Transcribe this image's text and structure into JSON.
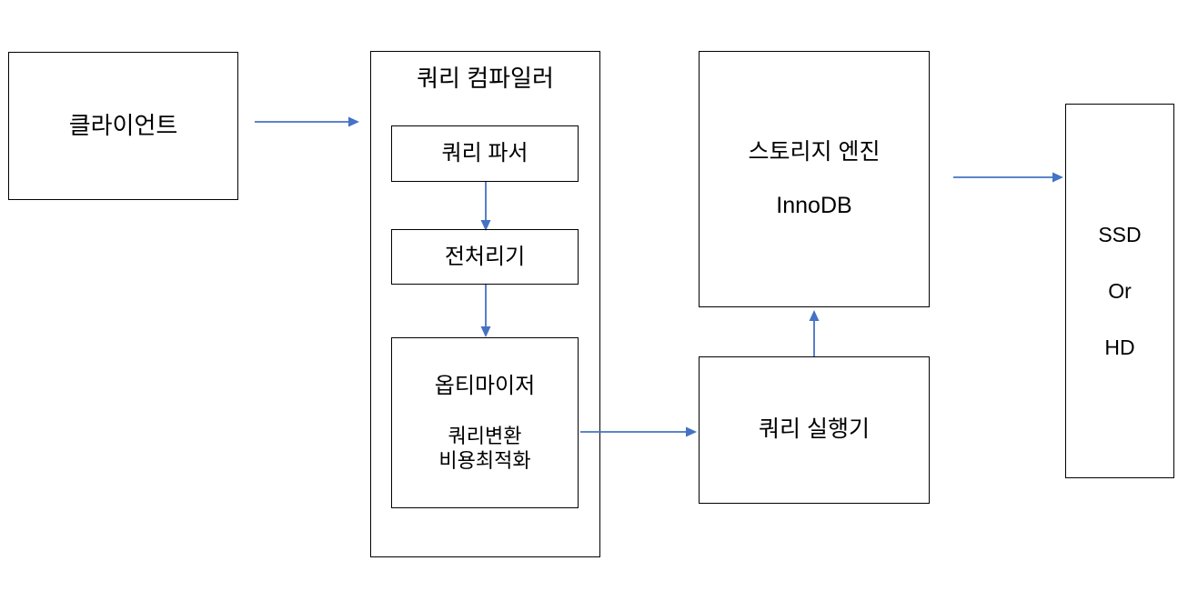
{
  "diagram": {
    "title": "MySQL query processing architecture flow diagram",
    "accent_color": "#4472C4",
    "border_color": "#000000",
    "background_color": "#FFFFFF",
    "nodes": {
      "client": {
        "label": "클라이언트"
      },
      "compiler": {
        "title": "쿼리 컴파일러"
      },
      "parser": {
        "label": "쿼리 파서"
      },
      "preprocessor": {
        "label": "전처리기"
      },
      "optimizer": {
        "title": "옵티마이저",
        "detail": "쿼리변환\n비용최적화"
      },
      "storage_engine": {
        "title": "스토리지 엔진",
        "engine": "InnoDB"
      },
      "executor": {
        "label": "쿼리 실행기"
      },
      "disk": {
        "label": "SSD\nOr\nHD"
      }
    },
    "arrows": [
      {
        "name": "client-to-compiler",
        "from": "client",
        "to": "compiler",
        "direction": "right"
      },
      {
        "name": "parser-to-preprocessor",
        "from": "parser",
        "to": "preprocessor",
        "direction": "down"
      },
      {
        "name": "preprocessor-to-optimizer",
        "from": "preprocessor",
        "to": "optimizer",
        "direction": "down"
      },
      {
        "name": "optimizer-to-executor",
        "from": "optimizer",
        "to": "executor",
        "direction": "right"
      },
      {
        "name": "executor-to-storage-engine",
        "from": "executor",
        "to": "storage_engine",
        "direction": "up"
      },
      {
        "name": "storage-engine-to-disk",
        "from": "storage_engine",
        "to": "disk",
        "direction": "right"
      }
    ]
  }
}
